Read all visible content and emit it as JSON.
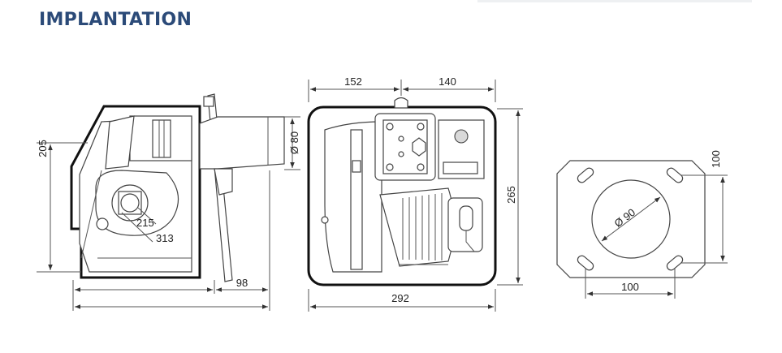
{
  "header": {
    "title": "IMPLANTATION"
  },
  "dimensions": {
    "side_height": "205",
    "flange_diameter": "Ø 80",
    "inner_215": "215",
    "inner_313": "313",
    "depth_98": "98",
    "front_width_152": "152",
    "front_width_140": "140",
    "front_height": "265",
    "front_total_width": "292",
    "plate_bolt_vertical": "100",
    "plate_bolt_horizontal": "100",
    "plate_hole_diameter": "Ø 90"
  },
  "colors": {
    "title": "#2b4a78",
    "line": "#444444",
    "outline": "#111111"
  }
}
